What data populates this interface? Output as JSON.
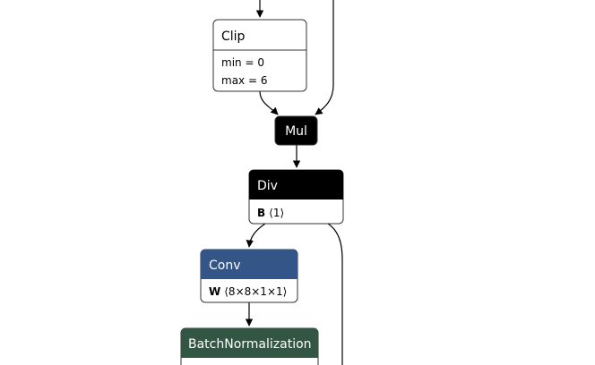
{
  "graph": {
    "nodes": {
      "clip": {
        "title": "Clip",
        "attributes": [
          {
            "name": "min",
            "sep": " = ",
            "value": "0"
          },
          {
            "name": "max",
            "sep": " = ",
            "value": "6"
          }
        ]
      },
      "mul": {
        "title": "Mul"
      },
      "div": {
        "title": "Div",
        "inputs": [
          {
            "name": "B",
            "shape": "⟨1⟩"
          }
        ]
      },
      "conv": {
        "title": "Conv",
        "inputs": [
          {
            "name": "W",
            "shape": "⟨8×8×1×1⟩"
          }
        ]
      },
      "batchnorm": {
        "title": "BatchNormalization"
      }
    },
    "colors": {
      "default_header": "#ffffff",
      "activation_header": "#000000",
      "conv_header": "#335588",
      "normalization_header": "#335544",
      "edge": "#000000",
      "node_border": "#333333"
    }
  }
}
